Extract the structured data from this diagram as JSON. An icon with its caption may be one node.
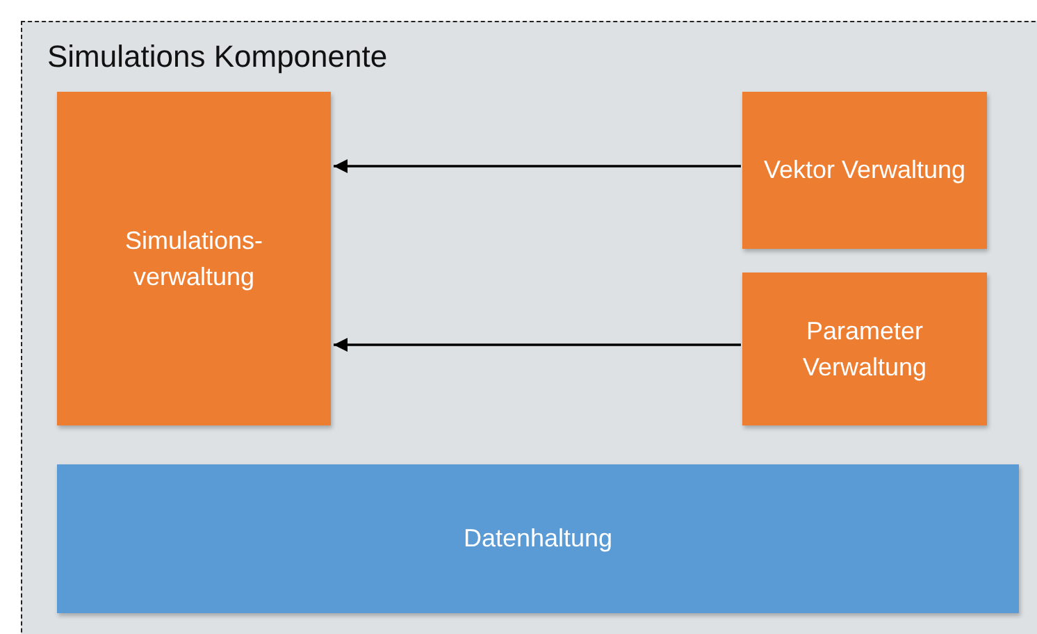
{
  "diagram": {
    "nodes": [
      {
        "text": [
          "Simulations Komponente"
        ]
      },
      {
        "text": [
          "Simulations- verwaltung"
        ],
        "in": 0
      },
      {
        "text": [
          "Vektor Verwaltung"
        ],
        "in": 0
      },
      {
        "text": [
          "Parameter Verwaltung"
        ],
        "in": 0
      },
      {
        "text": [
          "Datenhaltung"
        ],
        "in": 0
      }
    ],
    "edges": [
      {
        "from": 2,
        "to": 1,
        "arrow": "to"
      },
      {
        "from": 3,
        "to": 1,
        "arrow": "to"
      }
    ]
  }
}
